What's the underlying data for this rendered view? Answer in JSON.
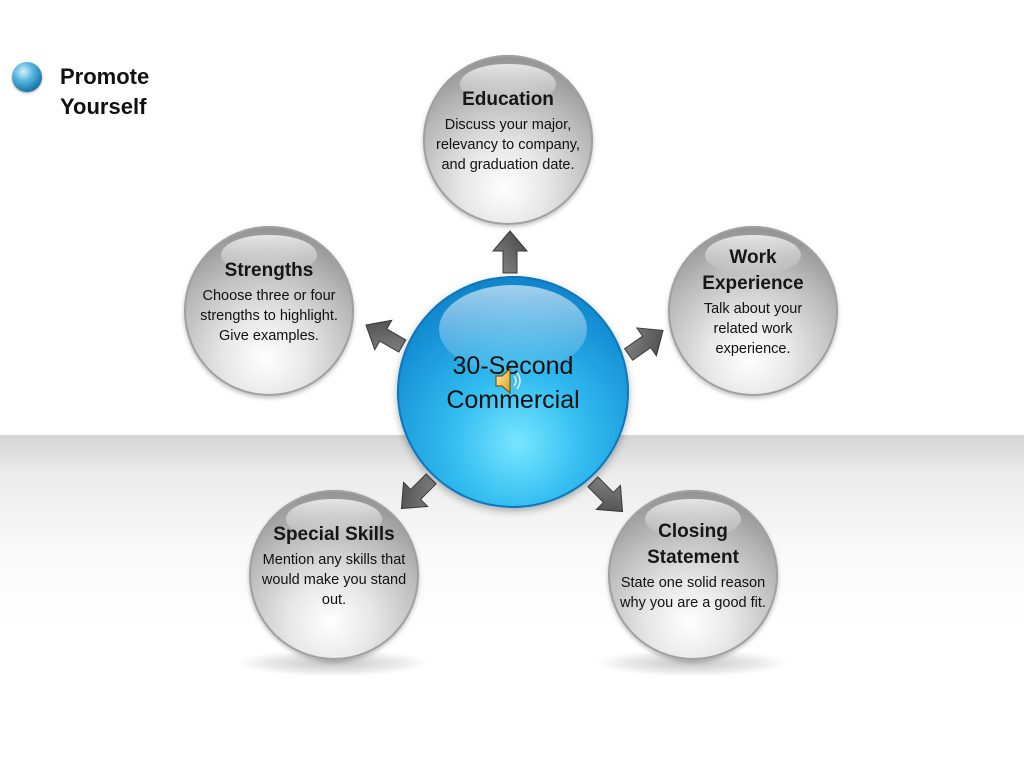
{
  "slide": {
    "title": "Promote Yourself"
  },
  "diagram": {
    "center": {
      "label": "30-Second Commercial"
    },
    "nodes": [
      {
        "id": "education",
        "heading": "Education",
        "body": "Discuss your major, relevancy to company, and graduation date."
      },
      {
        "id": "work-experience",
        "heading": "Work Experience",
        "body": "Talk about your related work experience."
      },
      {
        "id": "closing-statement",
        "heading": "Closing Statement",
        "body": "State one solid reason why you are a good fit."
      },
      {
        "id": "special-skills",
        "heading": "Special Skills",
        "body": "Mention any skills that would make you stand out."
      },
      {
        "id": "strengths",
        "heading": "Strengths",
        "body": "Choose three or four strengths to highlight. Give examples."
      }
    ],
    "edges": [
      {
        "from": "center",
        "to": "education"
      },
      {
        "from": "center",
        "to": "work-experience"
      },
      {
        "from": "center",
        "to": "closing-statement"
      },
      {
        "from": "center",
        "to": "special-skills"
      },
      {
        "from": "center",
        "to": "strengths"
      }
    ],
    "colors": {
      "center": "#1a9ddf",
      "node": "#b4b4b4",
      "arrow": "#5a5a5a",
      "bullet": "#2a8fc4"
    },
    "icons": [
      "bullet-sphere-icon",
      "speaker-icon"
    ]
  }
}
